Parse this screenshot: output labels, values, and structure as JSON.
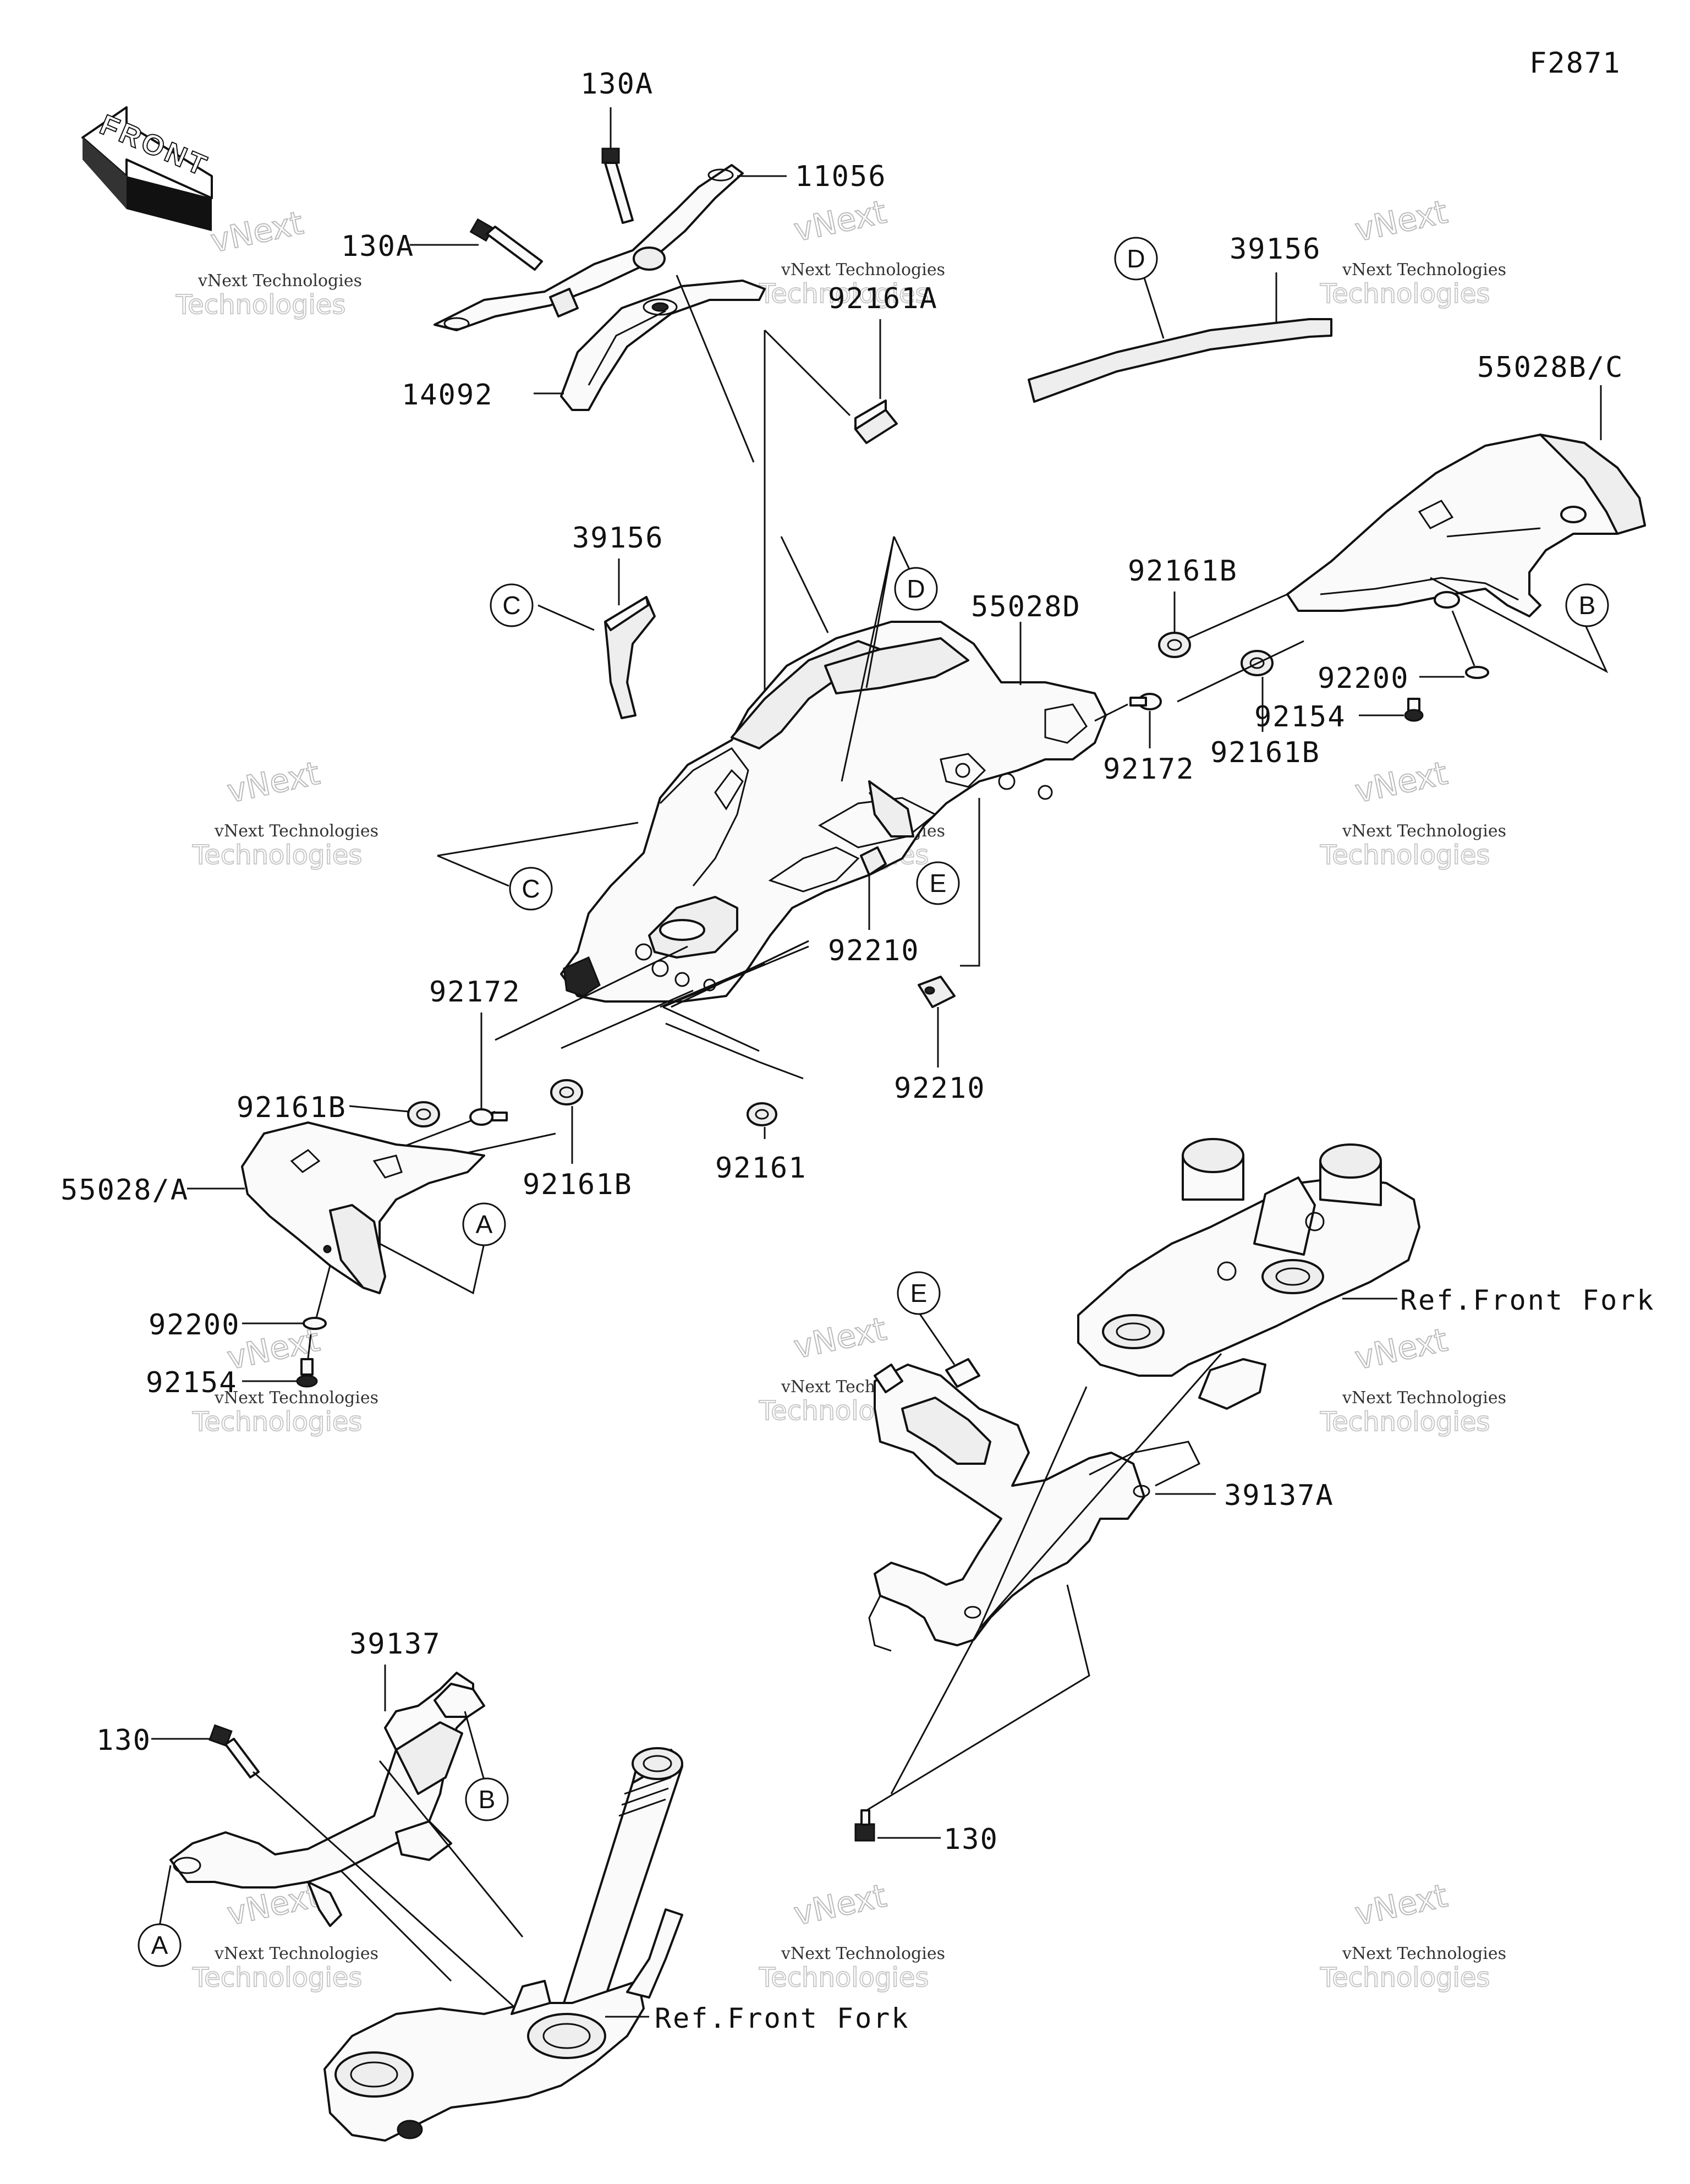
{
  "figure_code": "F2871",
  "front_arrow_text": "FRONT",
  "watermark": {
    "line1": "vNext",
    "line2": "vNext Technologies",
    "line3": "Technologies"
  },
  "callouts": {
    "c_left": "C",
    "c_lower": "C",
    "d_top": "D",
    "d_mid": "D",
    "b_right": "B",
    "b_lower": "B",
    "a_left": "A",
    "a_lower": "A",
    "e_mid": "E",
    "e_lower": "E"
  },
  "labels": {
    "p130a_top": "130A",
    "p130a_left": "130A",
    "p11056": "11056",
    "p14092": "14092",
    "p92161a": "92161A",
    "p39156_top": "39156",
    "p39156_left": "39156",
    "p55028bc": "55028B/C",
    "p55028d": "55028D",
    "p92161b_r1": "92161B",
    "p92161b_r2": "92161B",
    "p92172_r": "92172",
    "p92200_r": "92200",
    "p92154_r": "92154",
    "p92210_a": "92210",
    "p92210_b": "92210",
    "p92172_l": "92172",
    "p92161b_l1": "92161B",
    "p92161b_l2": "92161B",
    "p92161": "92161",
    "p55028a": "55028/A",
    "p92200_l": "92200",
    "p92154_l": "92154",
    "ref_front_fork_right": "Ref.Front Fork",
    "p39137a": "39137A",
    "p130_right": "130",
    "p39137": "39137",
    "p130_left": "130",
    "ref_front_fork_left": "Ref.Front Fork"
  }
}
